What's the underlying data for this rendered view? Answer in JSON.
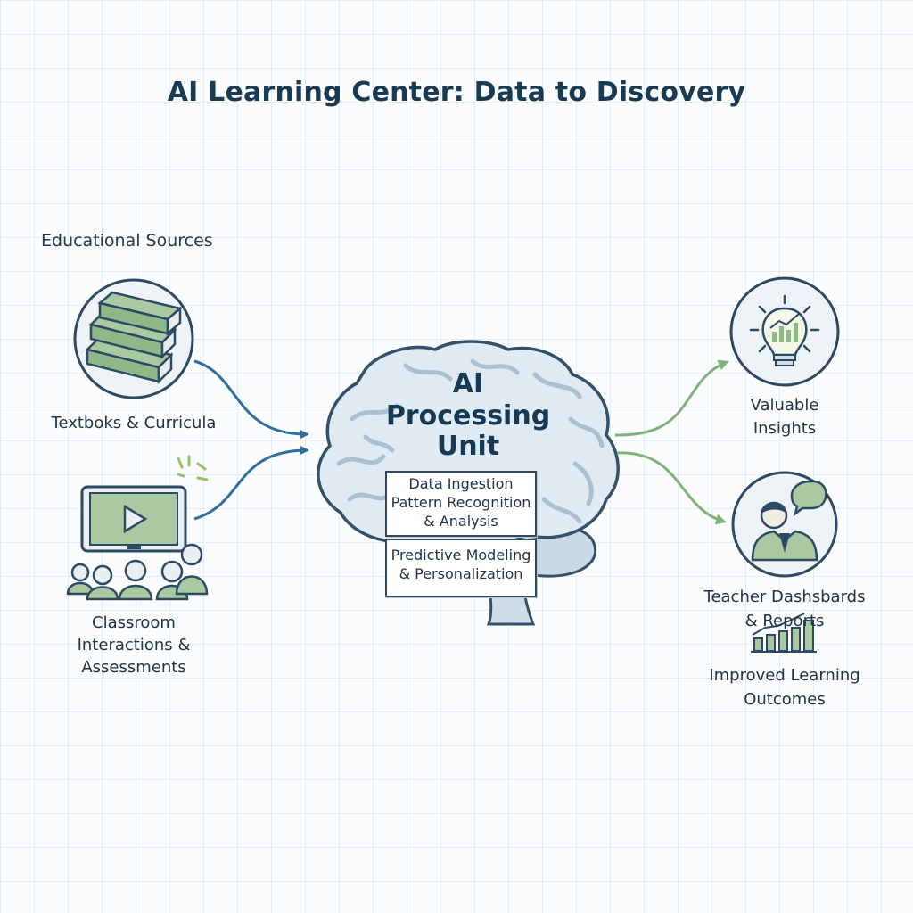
{
  "title": "AI Learning Center: Data to Discovery",
  "sources": {
    "heading": "Educational Sources",
    "textbooks_label": "Textboks & Curricula",
    "classroom_label": [
      "Classroom",
      "Interactions &",
      "Assessments"
    ]
  },
  "processor": {
    "title": [
      "AI",
      "Processing",
      "Unit"
    ],
    "box1": [
      "Data Ingestion",
      "Pattern Recognition",
      "& Analysis"
    ],
    "box2": [
      "Predictive Modeling",
      "& Personalization"
    ]
  },
  "outputs": {
    "insights_label": [
      "Valuable",
      "Insights"
    ],
    "dashboards_label": [
      "Teacher Dashsbards",
      "& Reports"
    ],
    "outcomes_label": [
      "Improved Learning",
      "Outcomes"
    ]
  },
  "colors": {
    "navy": "#183a52",
    "input_arrow": "#2f6f9f",
    "output_arrow": "#7fb27a",
    "icon_green": "#8fb788",
    "brain_fill": "#dfeaf2"
  }
}
